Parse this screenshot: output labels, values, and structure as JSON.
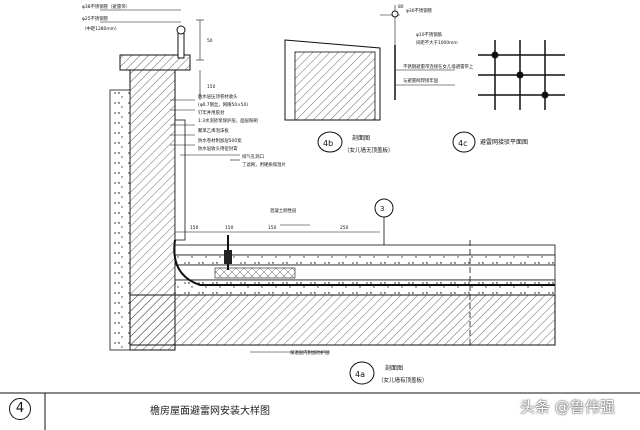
{
  "notes_left": [
    "φ38不锈钢管（避雷带）",
    "φ25不锈钢管",
    "（中距1280mm）",
    "防水层压顶卷材收头",
    "(φ0.7钢丝，网眼50×50)",
    "钉牢并用胶封",
    "1:3水泥砂浆保护层，面层粉刷",
    "聚苯乙烯泡沫板",
    "防水卷材附加层500宽",
    "防水层收头用密封膏",
    "排气孔洞口",
    "了滤网，用硬质保温片"
  ],
  "notes_4b": [
    "φ30不锈钢管",
    "φ10不锈钢筋",
    "间距不大于1000mm",
    "不锈钢避雷带连接在女儿墙避雷带上",
    "与避雷网焊接牢固"
  ],
  "dims": [
    "50",
    "150",
    "80",
    "150",
    "150",
    "150",
    "250"
  ],
  "roof_note": "混凝土刚性层",
  "bottom_callout": "保温层内附加防护层",
  "callout_3": "3",
  "caption_4b": {
    "id": "4b",
    "title": "剖面图",
    "sub": "（女儿墙无顶盖板）"
  },
  "caption_4c": {
    "id": "4c",
    "title": "避雷网接驳平面图"
  },
  "caption_4a": {
    "id": "4a",
    "title": "剖面图",
    "sub": "（女儿墙有顶盖板）"
  },
  "footer": {
    "number": "4",
    "title": "檐房屋面避雷网安装大样图"
  },
  "watermark": "头条 @鲁伟强",
  "colors": {
    "line": "#111111",
    "hatch": "#333333",
    "paper": "#ffffff"
  }
}
